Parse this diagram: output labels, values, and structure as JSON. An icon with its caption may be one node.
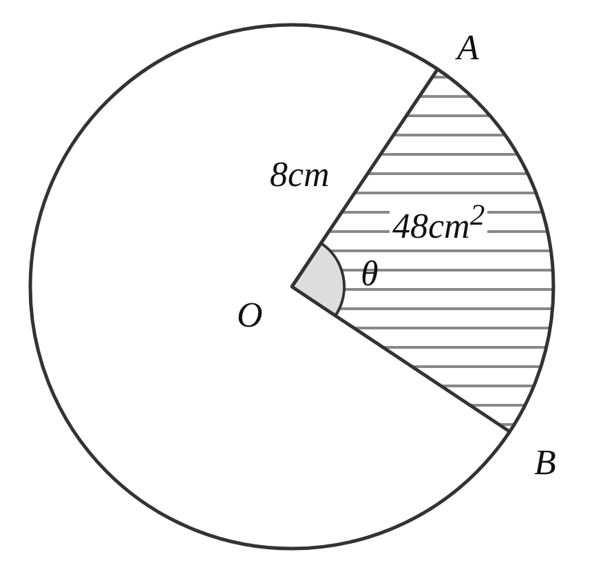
{
  "diagram": {
    "labels": [
      "A",
      "8cm",
      "48cm$^{2}$",
      "θ",
      "O",
      "B"
    ]
  }
}
